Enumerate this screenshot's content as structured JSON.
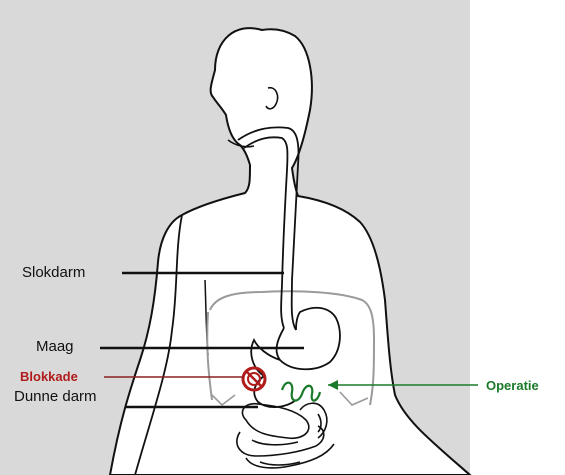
{
  "labels": {
    "esophagus": "Slokdarm",
    "stomach": "Maag",
    "blockage": "Blokkade",
    "small_intestine": "Dunne darm",
    "surgery": "Operatie"
  },
  "colors": {
    "background_panel": "#d9d9d9",
    "body_fill": "#ffffff",
    "outline": "#111111",
    "organ_outline": "#9a9a9a",
    "blockage": "#b01b1b",
    "surgery": "#1a7a2a"
  }
}
